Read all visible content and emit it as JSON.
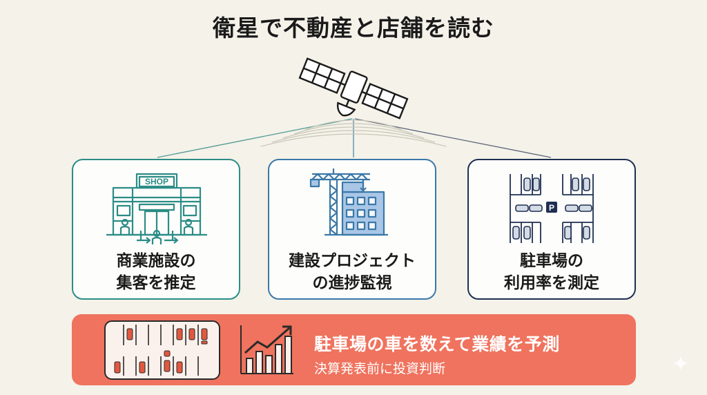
{
  "title": "衛星で不動産と店舗を読む",
  "satellite": {
    "icon": "satellite-icon"
  },
  "cards": [
    {
      "id": "mall",
      "icon": "shopping-mall-icon",
      "sign": "SHOP",
      "line1": "商業施設の",
      "line2": "集客を推定",
      "accent": "#2b8c86"
    },
    {
      "id": "construction",
      "icon": "construction-crane-icon",
      "line1": "建設プロジェクト",
      "line2": "の進捗監視",
      "accent": "#3a78a8"
    },
    {
      "id": "parking",
      "icon": "parking-lot-icon",
      "parking_sign": "P",
      "line1": "駐車場の",
      "line2": "利用率を測定",
      "accent": "#1e2f52"
    }
  ],
  "banner": {
    "headline": "駐車場の車を数えて業績を予測",
    "sub": "決算発表前に投資判断",
    "background": "#ef735e",
    "icons": [
      "parking-lot-icon",
      "growth-chart-icon"
    ]
  }
}
